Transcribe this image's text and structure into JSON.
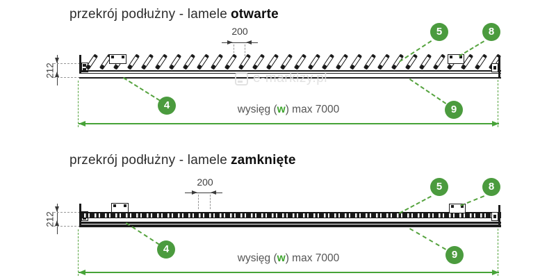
{
  "colors": {
    "accent_green": "#4b9b3e",
    "dimension_green": "#47a338",
    "ink": "#1c1c1c"
  },
  "watermark": {
    "text": "e-markizy.pl"
  },
  "open": {
    "title_regular": "przekrój podłużny - lamele",
    "title_bold": "otwarte",
    "dim_spacing": "200",
    "dim_height": "212",
    "span_pre": "wysięg (",
    "span_w": "w",
    "span_post": ") max 7000",
    "callout_4": "4",
    "callout_5": "5",
    "callout_8": "8",
    "callout_9": "9"
  },
  "closed": {
    "title_regular": "przekrój podłużny - lamele",
    "title_bold": "zamknięte",
    "dim_spacing": "200",
    "dim_height": "212",
    "span_pre": "wysięg (",
    "span_w": "w",
    "span_post": ") max 7000",
    "callout_4": "4",
    "callout_5": "5",
    "callout_8": "8",
    "callout_9": "9"
  }
}
